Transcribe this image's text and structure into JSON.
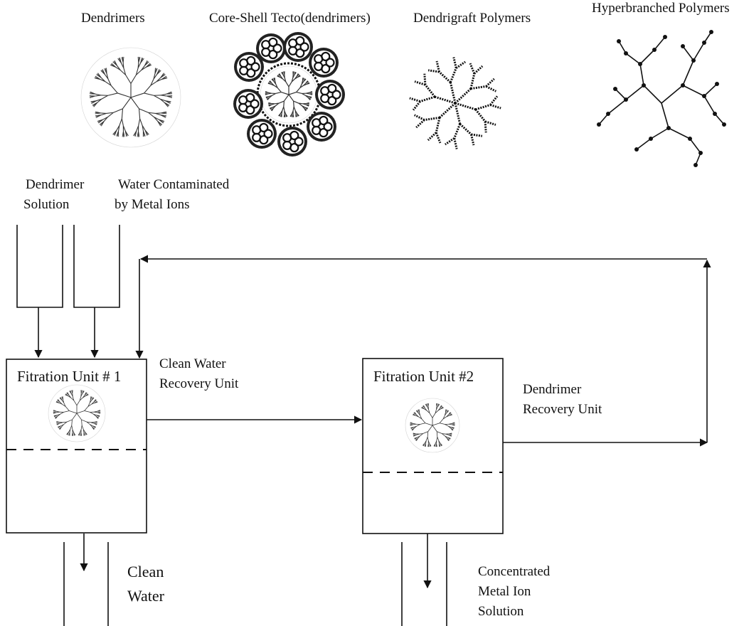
{
  "structures": {
    "dendrimers": "Dendrimers",
    "core_shell": "Core-Shell Tecto(dendrimers)",
    "dendrigraft": "Dendrigraft Polymers",
    "hyperbranched": "Hyperbranched Polymers"
  },
  "inputs": {
    "dendrimer_solution_line1": "Dendrimer",
    "dendrimer_solution_line2": "Solution",
    "water_line1": "Water Contaminated",
    "water_line2": "by Metal Ions"
  },
  "unit1": {
    "title": "Fitration Unit # 1",
    "recovery_line1": "Clean Water",
    "recovery_line2": "Recovery Unit"
  },
  "unit2": {
    "title": "Fitration Unit #2",
    "recovery_line1": "Dendrimer",
    "recovery_line2": "Recovery Unit"
  },
  "outputs": {
    "clean_line1": "Clean",
    "clean_line2": "Water",
    "metal_line1": "Concentrated",
    "metal_line2": "Metal Ion",
    "metal_line3": "Solution"
  }
}
